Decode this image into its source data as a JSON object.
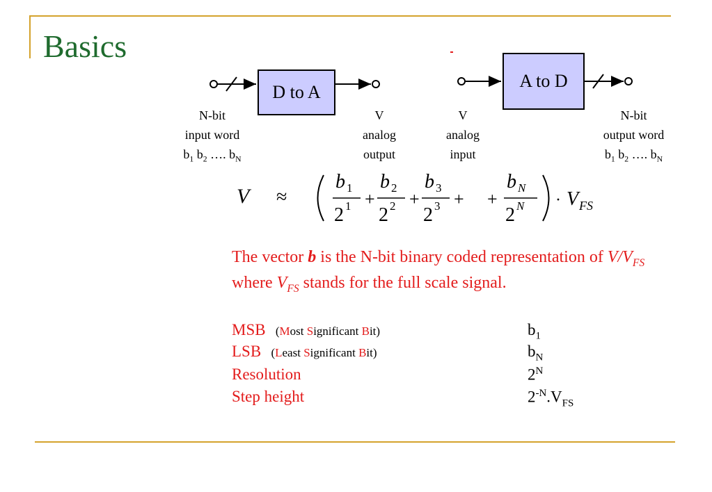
{
  "slide": {
    "title": "Basics"
  },
  "diagram": {
    "dac": {
      "box_label": "D to A",
      "input_label": [
        "N-bit",
        "input word",
        "b1 b2 …. bN"
      ],
      "output_label": [
        "V",
        "analog",
        "output"
      ]
    },
    "adc": {
      "box_label": "A to D",
      "input_label": [
        "V",
        "analog",
        "input"
      ],
      "output_label": [
        "N-bit",
        "output word",
        "b1 b2 …. bN"
      ]
    },
    "colors": {
      "box_fill": "#ccccff",
      "accent_red": "#e31c1c",
      "title_green": "#1f6b2e",
      "rule_gold": "#d4a22c"
    }
  },
  "formula": {
    "text": "V ≈ (b1/2^1 + b2/2^2 + b3/2^3 + + bN/2^N) · VFS"
  },
  "description": {
    "line1_pre": "The vector ",
    "line1_b": "b",
    "line1_post": "  is the N-bit binary coded representation of ",
    "line1_v": "V/V",
    "line1_fs": "FS",
    "line2_pre": "where ",
    "line2_v": "V",
    "line2_fs": "FS",
    "line2_post": "  stands for the full scale signal."
  },
  "definitions": [
    {
      "term": "MSB",
      "detail": "(Most Significant Bit)",
      "value": "b1"
    },
    {
      "term": "LSB",
      "detail": "(Least Significant Bit)",
      "value": "bN"
    },
    {
      "term": "Resolution",
      "detail": "",
      "value": "2^N"
    },
    {
      "term": "Step height",
      "detail": "",
      "value": "2^-N.VFS"
    }
  ]
}
